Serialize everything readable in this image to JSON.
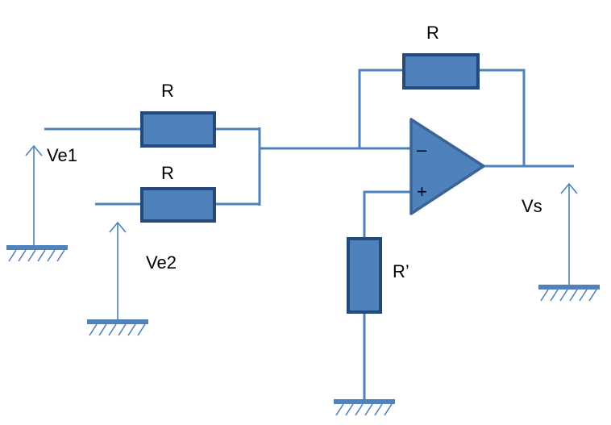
{
  "labels": {
    "r_feedback": "R",
    "r_input1": "R",
    "r_input2": "R",
    "r_plus": "R’",
    "ve1": "Ve1",
    "ve2": "Ve2",
    "vs": "Vs",
    "minus": "–",
    "plus": "+"
  },
  "colors": {
    "wire": "#4f81bd",
    "component_fill": "#4f81bd",
    "component_border": "#254a7a"
  }
}
